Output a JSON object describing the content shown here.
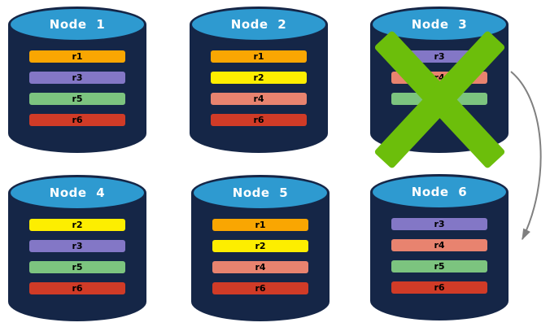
{
  "colors": {
    "background": "#FFFFFF",
    "cylinder_body": "#152647",
    "cylinder_top": "#2E9AD0",
    "node_label_text": "#FFFFFF",
    "bar_text": "#000000",
    "x_mark": "#6CBE0B",
    "arrow": "#808080"
  },
  "replica_colors": {
    "r1": "#F9A602",
    "r2": "#FDEE00",
    "r3": "#8377C6",
    "r4": "#E8836F",
    "r5": "#7CC47F",
    "r6": "#D03B27"
  },
  "nodes": [
    {
      "label": "Node 1",
      "failed": false,
      "replicas": [
        "r1",
        "r3",
        "r5",
        "r6"
      ]
    },
    {
      "label": "Node 2",
      "failed": false,
      "replicas": [
        "r1",
        "r2",
        "r4",
        "r6"
      ]
    },
    {
      "label": "Node 3",
      "failed": true,
      "replicas": [
        "r3",
        "r4",
        "r5"
      ]
    },
    {
      "label": "Node 4",
      "failed": false,
      "replicas": [
        "r2",
        "r3",
        "r5",
        "r6"
      ]
    },
    {
      "label": "Node 5",
      "failed": false,
      "replicas": [
        "r1",
        "r2",
        "r4",
        "r6"
      ]
    },
    {
      "label": "Node 6",
      "failed": false,
      "replicas": [
        "r3",
        "r4",
        "r5",
        "r6"
      ]
    }
  ],
  "failure_mark": {
    "on_node": "Node 3"
  },
  "arrow": {
    "from": "Node 3",
    "to": "Node 6"
  }
}
